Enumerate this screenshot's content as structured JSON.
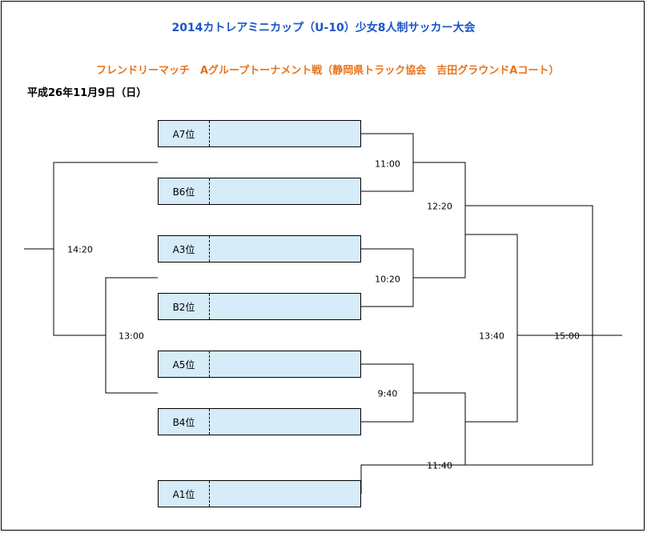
{
  "title": "2014カトレアミニカップ（U-10）少女8人制サッカー大会",
  "subtitle": "フレンドリーマッチ　Aグループトーナメント戦（静岡県トラック協会　吉田グラウンドAコート）",
  "date": "平成26年11月9日（日）",
  "teams": [
    {
      "label": "A7位"
    },
    {
      "label": "B6位"
    },
    {
      "label": "A3位"
    },
    {
      "label": "B2位"
    },
    {
      "label": "A5位"
    },
    {
      "label": "B4位"
    },
    {
      "label": "A1位"
    }
  ],
  "match_times": {
    "m1": "11:00",
    "m2": "10:20",
    "m3": "9:40",
    "m4": "12:20",
    "m5": "11:40",
    "m6": "13:40",
    "m7": "15:00",
    "m8": "13:00",
    "m9": "14:20"
  }
}
